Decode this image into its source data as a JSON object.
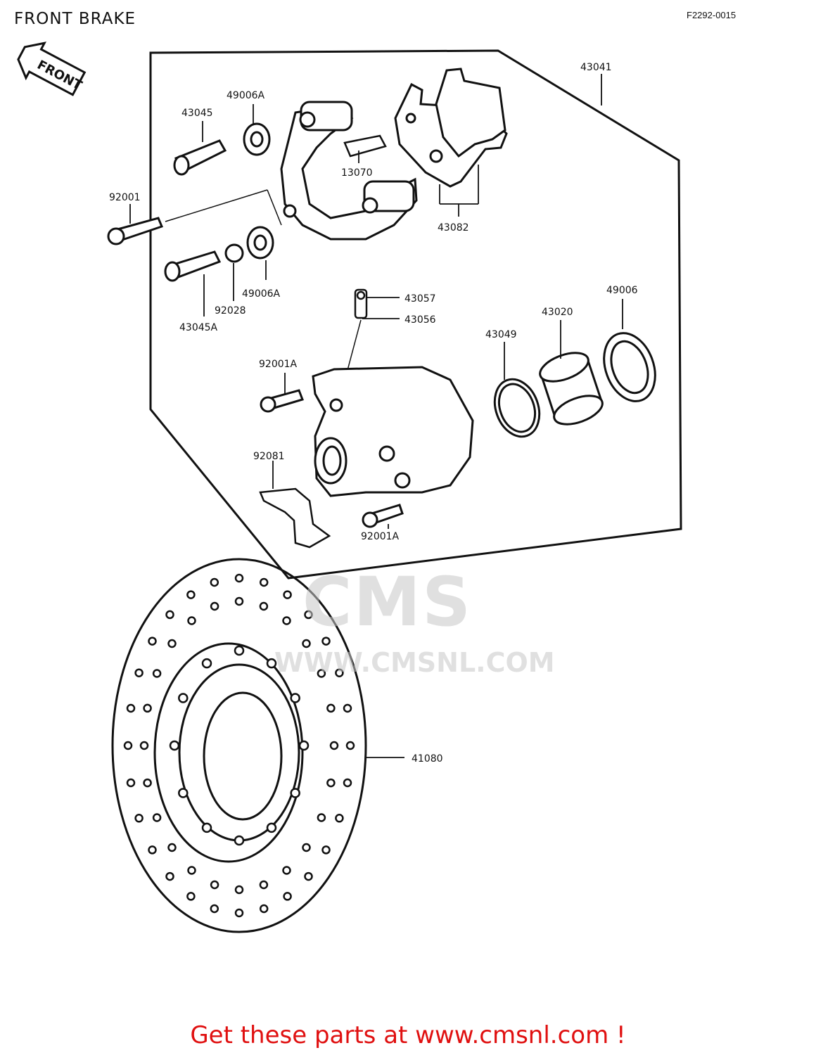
{
  "header": {
    "title": "FRONT BRAKE",
    "diagram_code": "F2292-0015",
    "front_arrow_label": "FRONT"
  },
  "parts": [
    {
      "id": "p43041",
      "number": "43041"
    },
    {
      "id": "p43045",
      "number": "43045"
    },
    {
      "id": "p49006A_top",
      "number": "49006A"
    },
    {
      "id": "p13070",
      "number": "13070"
    },
    {
      "id": "p43082",
      "number": "43082"
    },
    {
      "id": "p92001",
      "number": "92001"
    },
    {
      "id": "p49006A_bottom",
      "number": "49006A"
    },
    {
      "id": "p92028",
      "number": "92028"
    },
    {
      "id": "p43045A",
      "number": "43045A"
    },
    {
      "id": "p43057",
      "number": "43057"
    },
    {
      "id": "p43056",
      "number": "43056"
    },
    {
      "id": "p49006",
      "number": "49006"
    },
    {
      "id": "p43020",
      "number": "43020"
    },
    {
      "id": "p43049",
      "number": "43049"
    },
    {
      "id": "p92001A_top",
      "number": "92001A"
    },
    {
      "id": "p92081",
      "number": "92081"
    },
    {
      "id": "p92001A_bottom",
      "number": "92001A"
    },
    {
      "id": "p41080",
      "number": "41080"
    }
  ],
  "watermark": {
    "brand": "CMS",
    "url": "WWW.CMSNL.COM"
  },
  "footer": {
    "link_text": "Get these parts at www.cmsnl.com !"
  }
}
